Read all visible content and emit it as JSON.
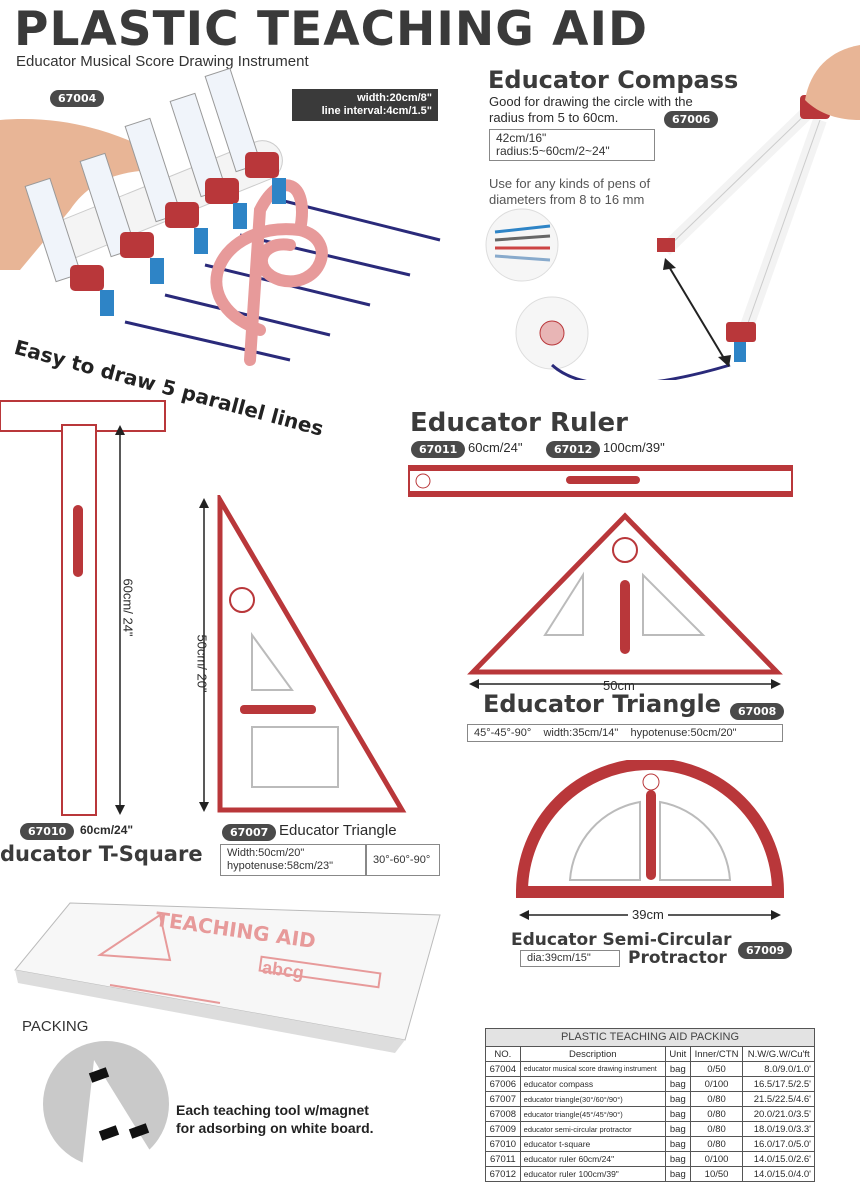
{
  "header": {
    "title": "PLASTIC TEACHING AID",
    "subtitle": "Educator Musical Score Drawing Instrument"
  },
  "score": {
    "code": "67004",
    "spec_line1": "width:20cm/8\"",
    "spec_line2": "line interval:4cm/1.5\"",
    "slogan": "Easy to draw 5 parallel lines"
  },
  "compass": {
    "title": "Educator Compass",
    "desc_line1": "Good for drawing the circle with the",
    "desc_line2": "radius from 5 to 60cm.",
    "code": "67006",
    "spec_line1": "42cm/16\"",
    "spec_line2": "radius:5~60cm/2~24\"",
    "pens_line1": "Use for any kinds of pens of",
    "pens_line2": "diameters from 8 to 16 mm"
  },
  "ruler": {
    "title": "Educator Ruler",
    "code1": "67011",
    "size1": "60cm/24\"",
    "code2": "67012",
    "size2": "100cm/39\""
  },
  "tsquare": {
    "dimension": "60cm/ 24\"",
    "code": "67010",
    "size": "60cm/24\"",
    "title": "ducator T-Square"
  },
  "triangle3060": {
    "dimension": "50cm/ 20\"",
    "code": "67007",
    "title": "Educator Triangle",
    "spec_line1": "Width:50cm/20\"",
    "spec_line2": "hypotenuse:58cm/23\"",
    "angles": "30°-60°-90°"
  },
  "triangle45": {
    "dimension": "50cm",
    "title": "Educator Triangle",
    "code": "67008",
    "angles": "45°-45°-90°",
    "width": "width:35cm/14\"",
    "hypotenuse": "hypotenuse:50cm/20\""
  },
  "protractor": {
    "dimension": "39cm",
    "title_line1": "Educator Semi-Circular",
    "title_line2": "Protractor",
    "code": "67009",
    "dia": "dia:39cm/15\""
  },
  "packing": {
    "label": "PACKING",
    "box_text": "TEACHING AID",
    "box_sub": "abcg",
    "magnet_line1": "Each teaching tool w/magnet",
    "magnet_line2": "for adsorbing on white board."
  },
  "table": {
    "caption": "PLASTIC TEACHING AID PACKING",
    "headers": [
      "NO.",
      "Description",
      "Unit",
      "Inner/CTN",
      "N.W/G.W/Cu'ft"
    ],
    "rows": [
      [
        "67004",
        "educator musical score drawing instrument",
        "bag",
        "0/50",
        "8.0/9.0/1.0'"
      ],
      [
        "67006",
        "educator compass",
        "bag",
        "0/100",
        "16.5/17.5/2.5'"
      ],
      [
        "67007",
        "educator triangle(30°/60°/90°)",
        "bag",
        "0/80",
        "21.5/22.5/4.6'"
      ],
      [
        "67008",
        "educator triangle(45°/45°/90°)",
        "bag",
        "0/80",
        "20.0/21.0/3.5'"
      ],
      [
        "67009",
        "educator semi-circular protractor",
        "bag",
        "0/80",
        "18.0/19.0/3.3'"
      ],
      [
        "67010",
        "educator t-square",
        "bag",
        "0/80",
        "16.0/17.0/5.0'"
      ],
      [
        "67011",
        "educator ruler 60cm/24\"",
        "bag",
        "0/100",
        "14.0/15.0/2.6'"
      ],
      [
        "67012",
        "educator ruler 100cm/39\"",
        "bag",
        "10/50",
        "14.0/15.0/4.0'"
      ]
    ]
  },
  "colors": {
    "accent_red": "#b9373a",
    "dark": "#3b3b3b",
    "navy": "#2a2a7a",
    "pink": "#e79a9a"
  }
}
